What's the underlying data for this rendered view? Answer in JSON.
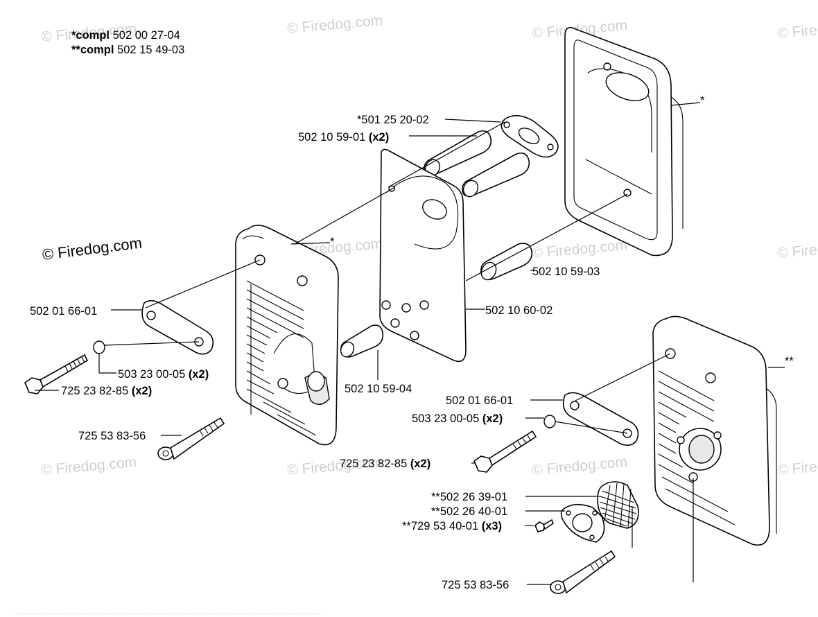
{
  "header": {
    "compl1_key": "*compl",
    "compl1_num": "502 00 27-04",
    "compl2_key": "**compl",
    "compl2_num": "502 15 49-03"
  },
  "watermark": {
    "text": "© Firedog.com",
    "main": "© Firedog.com"
  },
  "labels": {
    "p_501_25_20_02": "*501 25 20-02",
    "p_502_10_59_01": "502 10 59-01",
    "p_502_10_59_01_qty": "(x2)",
    "p_502_10_59_03": "502 10 59-03",
    "p_502_10_60_02": "502 10 60-02",
    "p_502_10_59_04": "502 10 59-04",
    "p_502_01_66_01_left": "502 01 66-01",
    "p_503_23_00_05_left": "503 23 00-05",
    "p_503_23_00_05_left_qty": "(x2)",
    "p_725_23_82_85_left": "725 23 82-85",
    "p_725_23_82_85_left_qty": "(x2)",
    "p_725_53_83_56_left": "725 53 83-56",
    "star_single_top": "*",
    "star_single_mid": "*",
    "star_double": "**",
    "p_502_01_66_01_right": "502 01 66-01",
    "p_503_23_00_05_right": "503 23 00-05",
    "p_503_23_00_05_right_qty": "(x2)",
    "p_725_23_82_85_right": "725 23 82-85",
    "p_725_23_82_85_right_qty": "(x2)",
    "p_502_26_39_01": "**502 26 39-01",
    "p_502_26_40_01": "**502 26 40-01",
    "p_729_53_40_01": "**729 53 40-01",
    "p_729_53_40_01_qty": "(x3)",
    "p_725_53_83_56_right": "725 53 83-56"
  }
}
